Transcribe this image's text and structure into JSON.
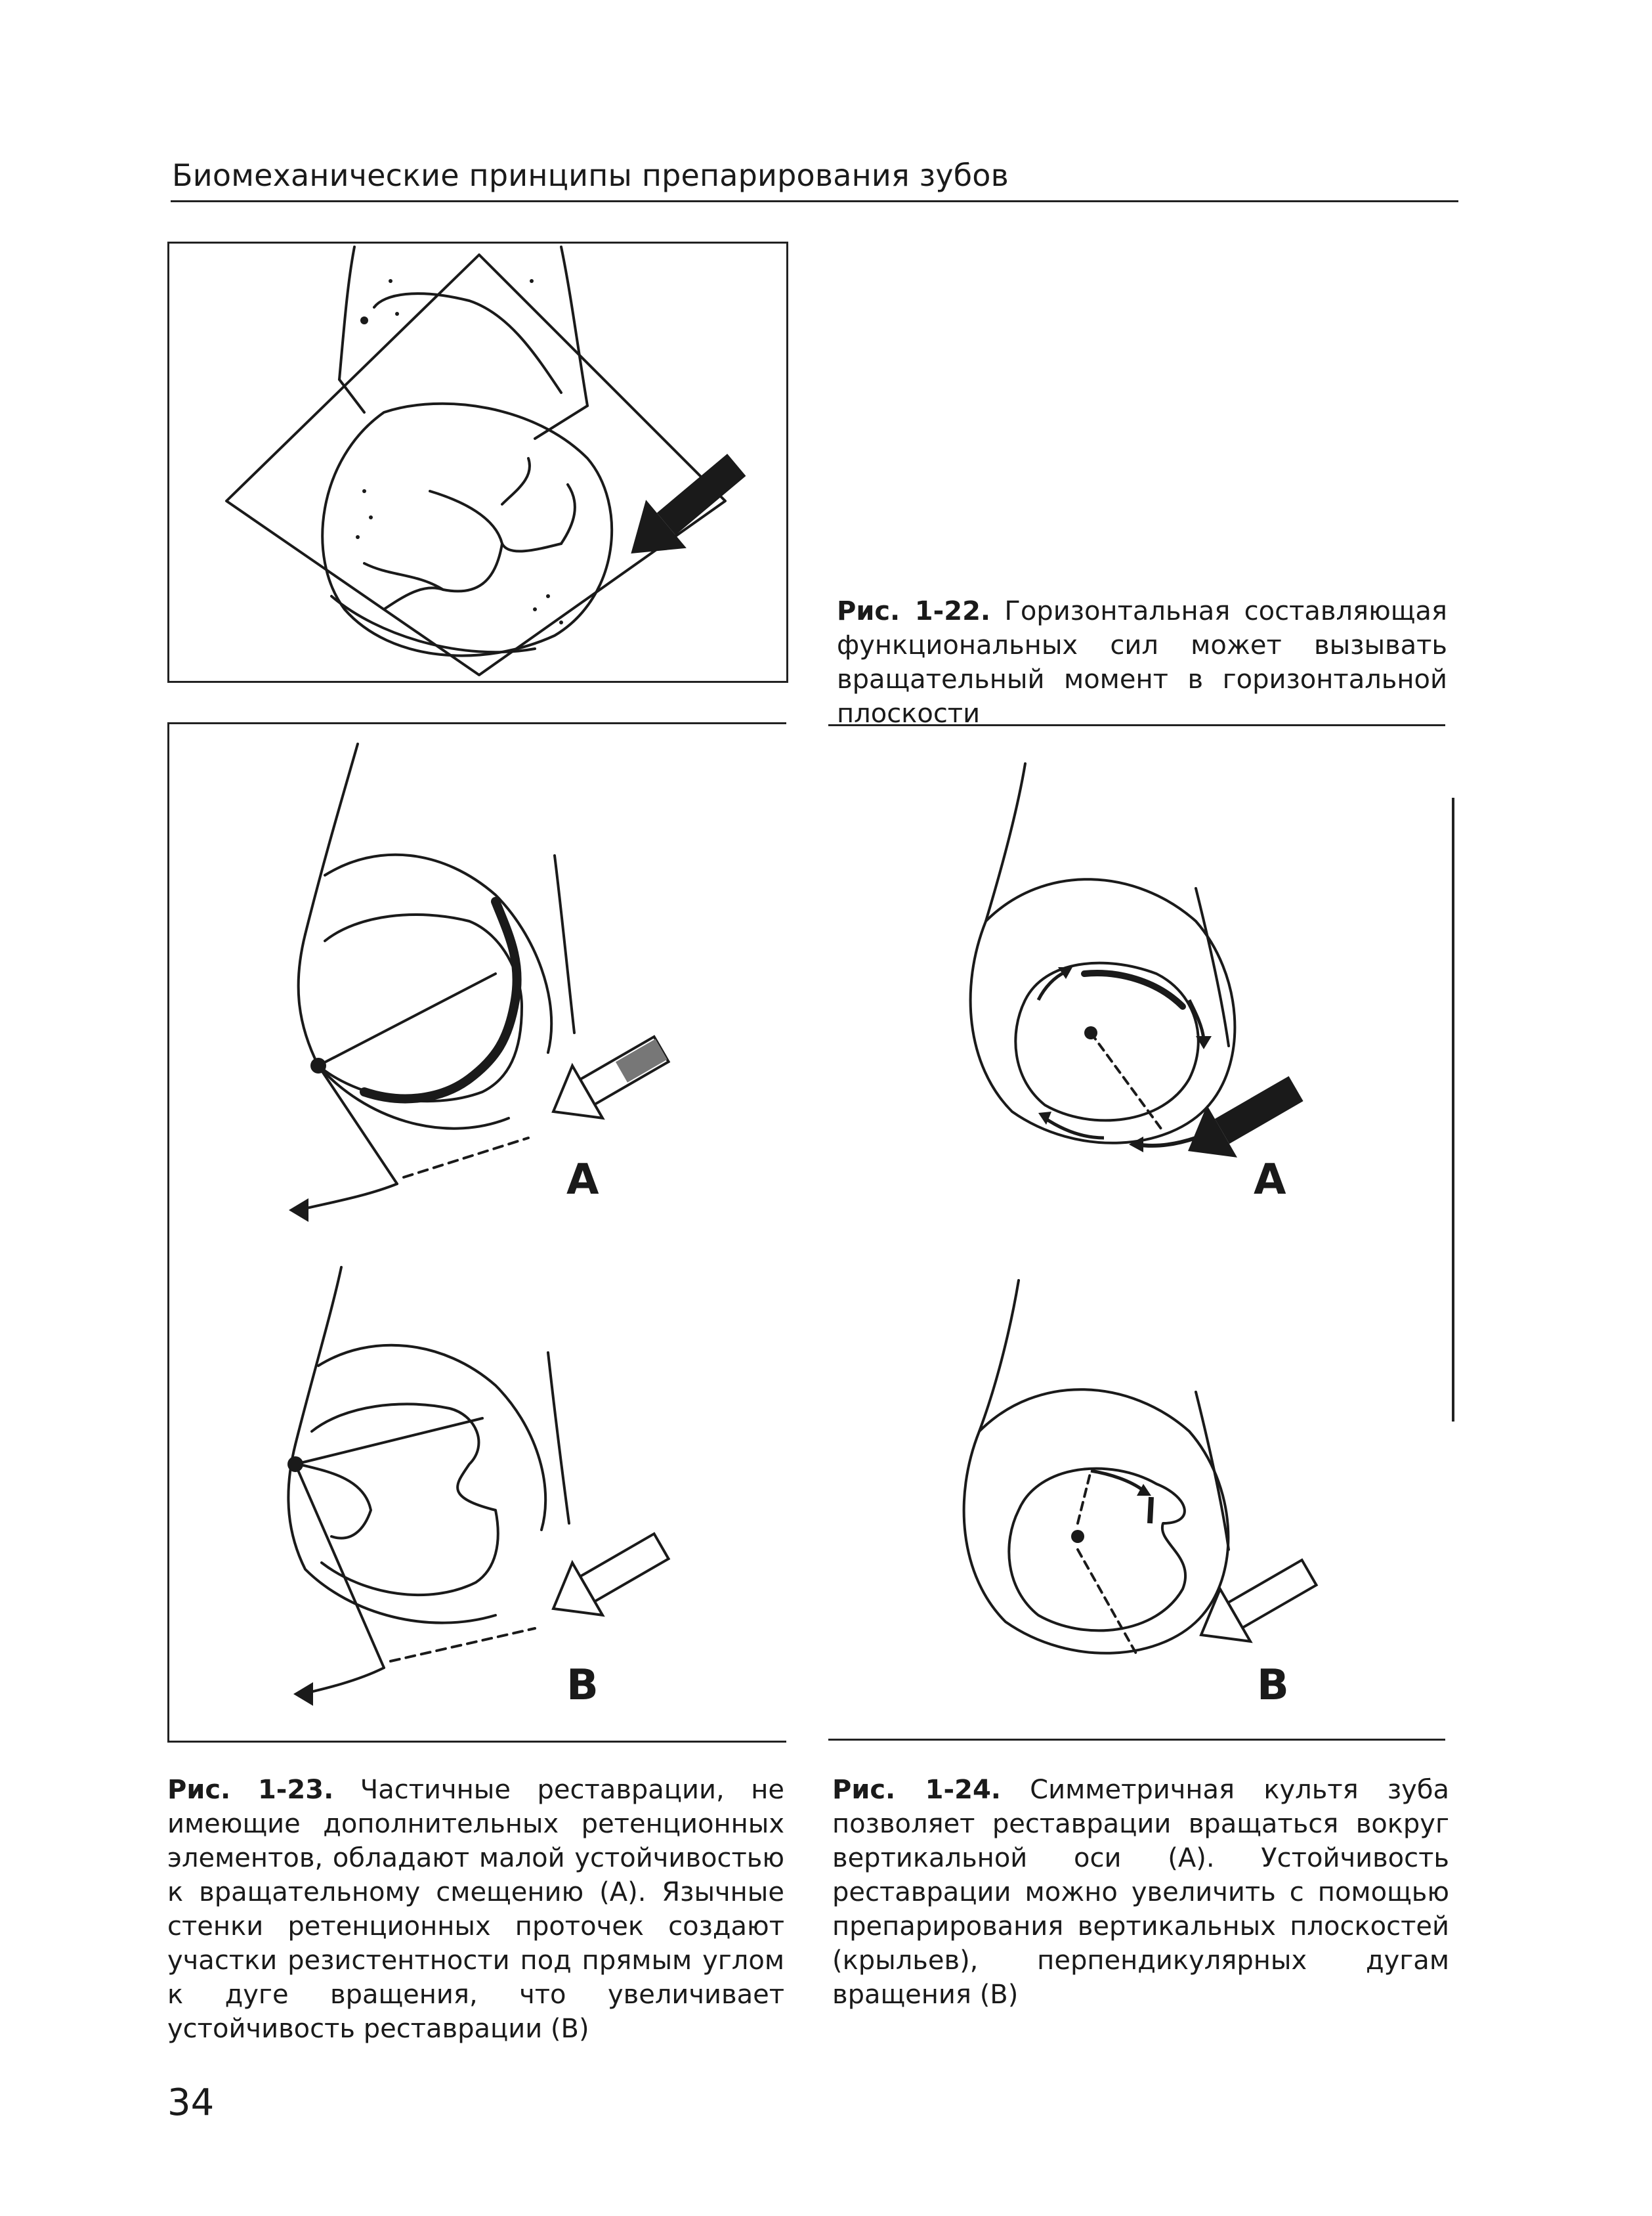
{
  "header": {
    "running_title": "Биомеханические принципы препарирования зубов"
  },
  "figures": {
    "fig_1_22": {
      "label": "Рис. 1-22.",
      "text": " Горизонтальная составляющая функциональных сил может вызывать вращательный момент в горизонтальной плоскости"
    },
    "fig_1_23": {
      "label": "Рис. 1-23.",
      "text": " Частичные реставрации, не имеющие дополнительных ретенционных элементов, обладают малой устойчивостью к вращательному смещению (А). Язычные стенки ретенционных проточек создают участки резистентности под прямым углом к дуге вращения, что увеличивает устойчивость реставрации (В)",
      "panel_a": "A",
      "panel_b": "B"
    },
    "fig_1_24": {
      "label": "Рис. 1-24.",
      "text": " Симметричная культя зуба позволяет реставрации вращаться вокруг вертикальной оси (А). Устойчивость реставрации можно увеличить с помощью препарирования вертикальных плоскостей (крыльев), перпендикулярных дугам вращения (В)",
      "panel_a": "A",
      "panel_b": "B"
    }
  },
  "footer": {
    "page_number": "34"
  }
}
